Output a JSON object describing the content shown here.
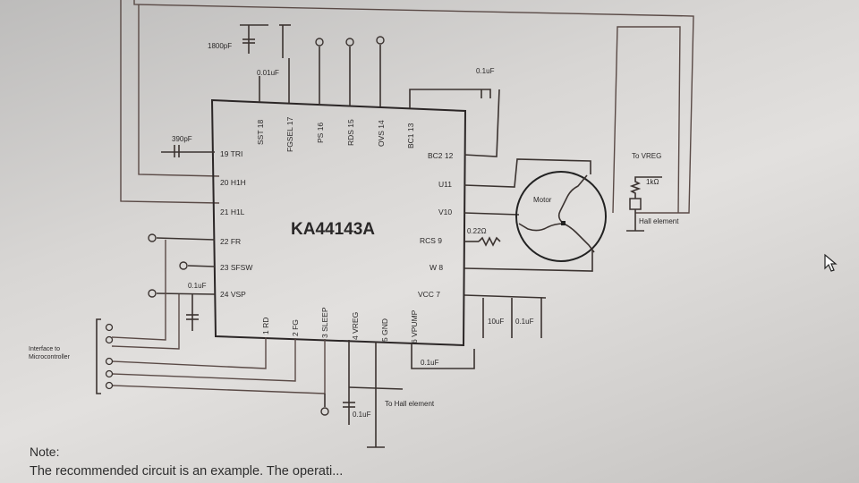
{
  "chip": {
    "name": "KA44143A",
    "top_pins": [
      "SST 18",
      "FGSEL 17",
      "PS 16",
      "RDS 15",
      "OVS 14",
      "BC1 13"
    ],
    "left_pins": [
      "19 TRI",
      "20 H1H",
      "21 H1L",
      "22 FR",
      "23 SFSW",
      "24 VSP"
    ],
    "right_pins": [
      "BC2 12",
      "U11",
      "V10",
      "RCS  9",
      "W  8",
      "VCC  7"
    ],
    "bottom_pins": [
      "1 RD",
      "2 FG",
      "3 SLEEP",
      "4 VREG",
      "5 GND",
      "6 VPUMP"
    ]
  },
  "components": {
    "c_1800pf": "1800pF",
    "c_001uf": "0.01uF",
    "c_390pf": "390pF",
    "c_bc": "0.1uF",
    "c_vsp": "0.1uF",
    "r_rcs": "0.22Ω",
    "c_10uf": "10uF",
    "c_vcc": "0.1uF",
    "c_vpump": "0.1uF",
    "c_vreg": "0.1uF",
    "motor": "Motor",
    "to_vreg": "To VREG",
    "r_hall": "1kΩ",
    "hall": "Hall element",
    "to_hall": "To Hall element",
    "interface": "Interface to\nMicrocontroller"
  },
  "interface_lines": [
    "Interface to",
    "Microcontroller"
  ],
  "note": {
    "title": "Note:",
    "body": "The recommended circuit is an example. The operati..."
  }
}
